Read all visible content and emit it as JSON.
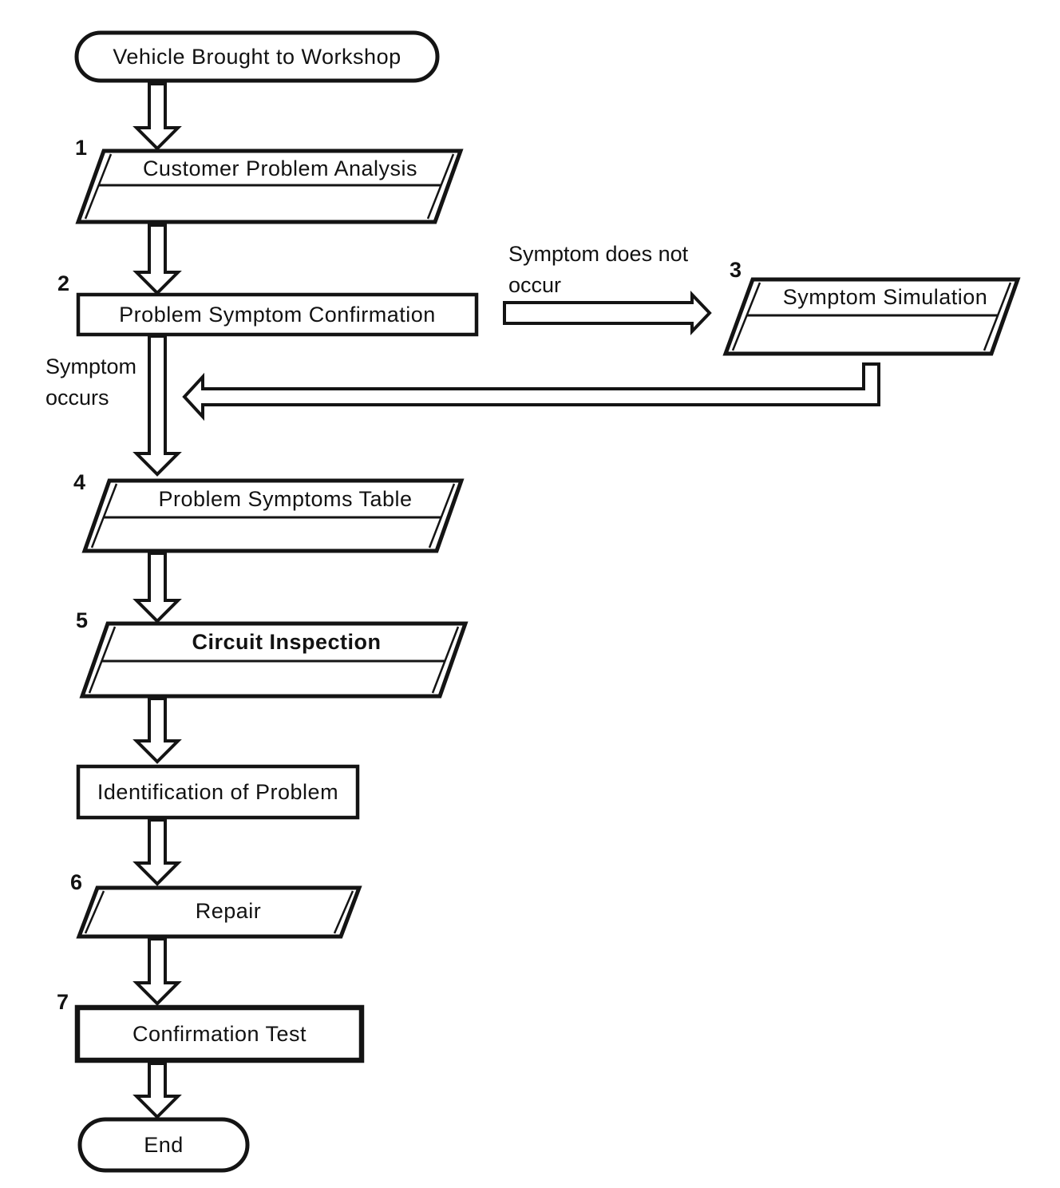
{
  "diagram": {
    "background": "#ffffff",
    "ink": "#141414",
    "nodes": [
      {
        "id": "start",
        "shape": "terminator",
        "label": "Vehicle Brought to Workshop"
      },
      {
        "id": "customer-problem-analysis",
        "number": "1",
        "shape": "tabbed-process",
        "label": "Customer Problem Analysis"
      },
      {
        "id": "problem-symptom-confirmation",
        "number": "2",
        "shape": "process",
        "label": "Problem Symptom Confirmation"
      },
      {
        "id": "symptom-simulation",
        "number": "3",
        "shape": "tabbed-process",
        "label": "Symptom Simulation"
      },
      {
        "id": "problem-symptoms-table",
        "number": "4",
        "shape": "tabbed-process",
        "label": "Problem Symptoms Table"
      },
      {
        "id": "circuit-inspection",
        "number": "5",
        "shape": "tabbed-process",
        "label": "Circuit Inspection"
      },
      {
        "id": "identification-of-problem",
        "shape": "process",
        "label": "Identification of Problem"
      },
      {
        "id": "repair",
        "number": "6",
        "shape": "slanted-process",
        "label": "Repair"
      },
      {
        "id": "confirmation-test",
        "number": "7",
        "shape": "process",
        "label": "Confirmation Test"
      },
      {
        "id": "end",
        "shape": "terminator",
        "label": "End"
      }
    ],
    "edge_labels": {
      "symptom_does_not_occur": {
        "line1": "Symptom does not",
        "line2": "occur"
      },
      "symptom_occurs": {
        "line1": "Symptom",
        "line2": "occurs"
      }
    },
    "edges": [
      {
        "from": "start",
        "to": "customer-problem-analysis"
      },
      {
        "from": "customer-problem-analysis",
        "to": "problem-symptom-confirmation"
      },
      {
        "from": "problem-symptom-confirmation",
        "to": "symptom-simulation",
        "label": "Symptom does not occur"
      },
      {
        "from": "symptom-simulation",
        "to": "problem-symptoms-table"
      },
      {
        "from": "problem-symptom-confirmation",
        "to": "problem-symptoms-table",
        "label": "Symptom occurs"
      },
      {
        "from": "problem-symptoms-table",
        "to": "circuit-inspection"
      },
      {
        "from": "circuit-inspection",
        "to": "identification-of-problem"
      },
      {
        "from": "identification-of-problem",
        "to": "repair"
      },
      {
        "from": "repair",
        "to": "confirmation-test"
      },
      {
        "from": "confirmation-test",
        "to": "end"
      }
    ]
  }
}
